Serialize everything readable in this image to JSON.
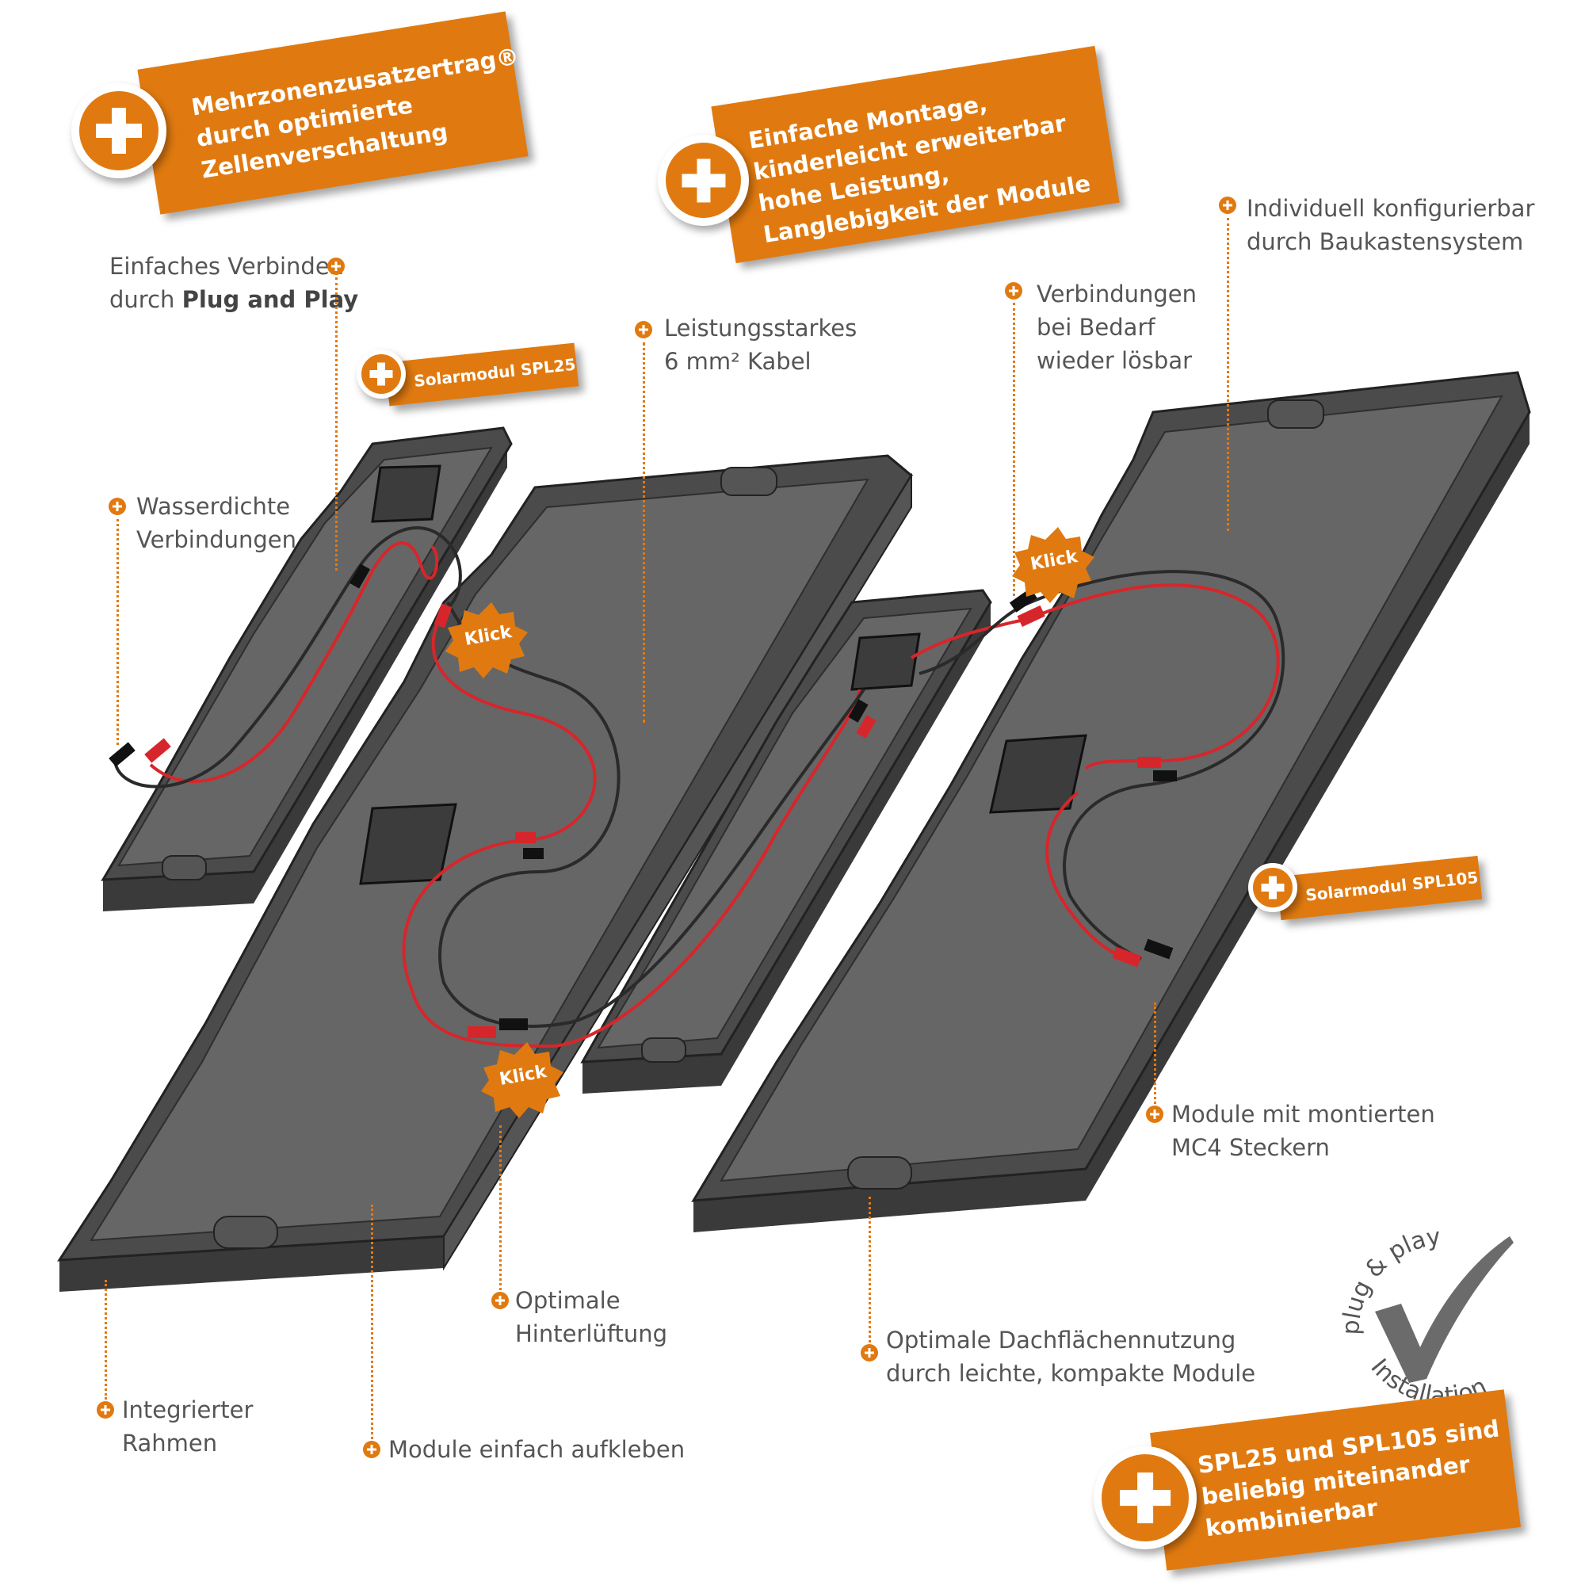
{
  "banners": {
    "b1": [
      "Mehrzonenzusatzertrag®",
      "durch optimierte",
      "Zellenverschaltung"
    ],
    "b2": [
      "Einfache Montage,",
      "kinderleicht erweiterbar",
      "hohe Leistung,",
      "Langlebigkeit der Module"
    ],
    "b3": [
      "SPL25 und SPL105 sind",
      "beliebig miteinander",
      "kombinierbar"
    ]
  },
  "modules": {
    "spl25": "Solarmodul SPL25",
    "spl105": "Solarmodul SPL105"
  },
  "callouts": {
    "plug_line1": "Einfaches Verbinden",
    "plug_line2_pre": "durch ",
    "plug_line2_bold": "Plug and Play",
    "wasser": [
      "Wasserdichte",
      "Verbindungen"
    ],
    "kabel_line1": "Leistungsstarkes",
    "kabel_line2": "6 mm² Kabel",
    "bedarf": [
      "Verbindungen",
      "bei Bedarf",
      "wieder lösbar"
    ],
    "individuell": [
      "Individuell konfigurierbar",
      "durch Baukastensystem"
    ],
    "mc4": [
      "Module mit montierten",
      "MC4 Steckern"
    ],
    "hinter": [
      "Optimale",
      "Hinterlüftung"
    ],
    "dach": [
      "Optimale Dachflächennutzung",
      "durch leichte, kompakte Module"
    ],
    "rahmen": [
      "Integrierter",
      "Rahmen"
    ],
    "kleben": "Module einfach aufkleben"
  },
  "klick": "Klick",
  "logo": {
    "top": "plug & play",
    "bottom": "Installation"
  },
  "colors": {
    "accent": "#e07a10",
    "panel": "#646464",
    "frame": "#4a4a4a",
    "cable_red": "#d7262b",
    "cable_black": "#2a2a2a",
    "text": "#555555"
  }
}
